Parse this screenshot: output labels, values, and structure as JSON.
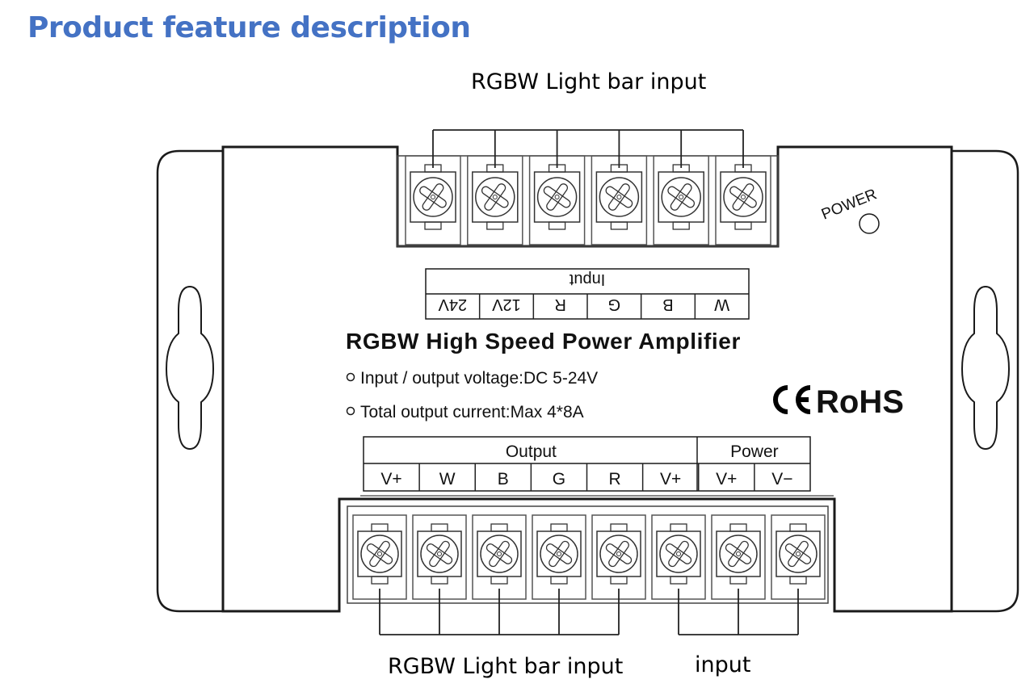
{
  "title": "Product feature description",
  "captions": {
    "top": "RGBW Light bar input",
    "bottom_rgbw": "RGBW Light bar input",
    "bottom_input": "input"
  },
  "device": {
    "name": "RGBW High Speed Power Amplifier",
    "specs": [
      "Input / output voltage:DC 5-24V",
      "Total output current:Max 4*8A"
    ],
    "power_led_label": "POWER",
    "certifications": {
      "ce": "CE",
      "rohs": "RoHS"
    },
    "input_table": {
      "header": "Input",
      "columns": [
        "24V",
        "12V",
        "R",
        "G",
        "B",
        "W"
      ],
      "orientation": "upside-down"
    },
    "output_table": {
      "groups": [
        {
          "label": "Output",
          "span": 6
        },
        {
          "label": "Power",
          "span": 2
        }
      ],
      "columns": [
        "V+",
        "W",
        "B",
        "G",
        "R",
        "V+",
        "V+",
        "V−"
      ]
    },
    "top_terminals": 6,
    "bottom_terminals": 8,
    "bottom_wire_groups": [
      {
        "name": "RGBW Light bar input",
        "terminals": [
          1,
          2,
          3,
          4,
          5
        ]
      },
      {
        "name": "input",
        "terminals": [
          6,
          7,
          8
        ]
      }
    ]
  }
}
